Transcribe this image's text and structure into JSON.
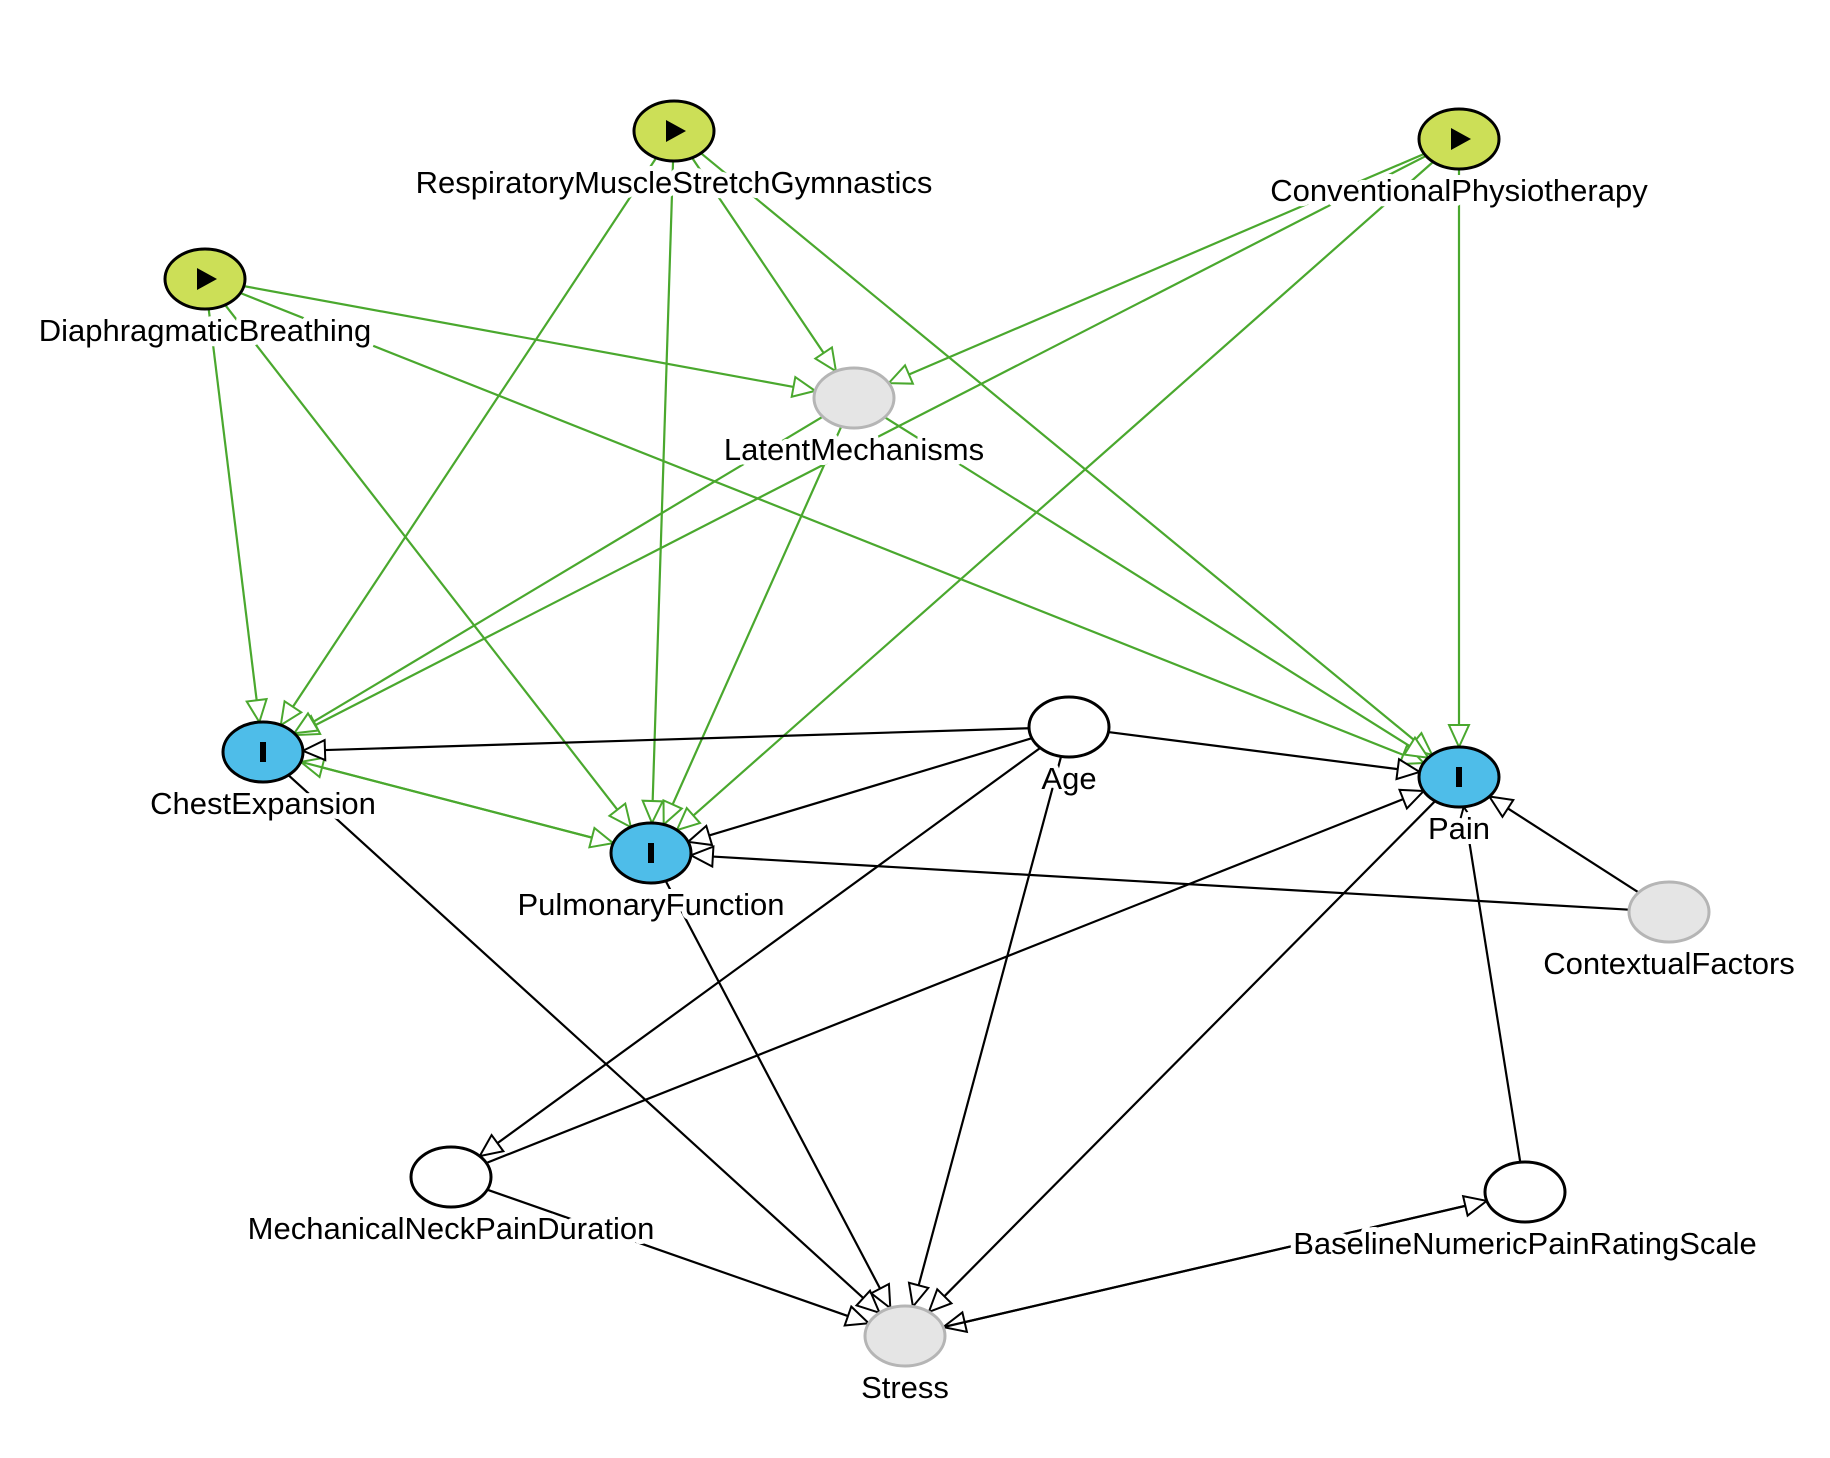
{
  "colors": {
    "exposure_fill": "#ccdf57",
    "outcome_fill": "#4ebde9",
    "latent_fill": "#e5e5e5",
    "latent_stroke": "#b5b5b5",
    "adjusted_fill": "#ffffff",
    "causal_edge": "#4aa82e",
    "other_edge": "#000000"
  },
  "nodes": [
    {
      "id": "rmsg",
      "label": "RespiratoryMuscleStretchGymnastics",
      "kind": "exposure",
      "icon": "play-icon"
    },
    {
      "id": "cp",
      "label": "ConventionalPhysiotherapy",
      "kind": "exposure",
      "icon": "play-icon"
    },
    {
      "id": "db",
      "label": "DiaphragmaticBreathing",
      "kind": "exposure",
      "icon": "play-icon"
    },
    {
      "id": "lm",
      "label": "LatentMechanisms",
      "kind": "latent"
    },
    {
      "id": "ce",
      "label": "ChestExpansion",
      "kind": "outcome",
      "icon": "outcome-bar-icon"
    },
    {
      "id": "age",
      "label": "Age",
      "kind": "other"
    },
    {
      "id": "pain",
      "label": "Pain",
      "kind": "outcome",
      "icon": "outcome-bar-icon"
    },
    {
      "id": "pf",
      "label": "PulmonaryFunction",
      "kind": "outcome",
      "icon": "outcome-bar-icon"
    },
    {
      "id": "cf",
      "label": "ContextualFactors",
      "kind": "latent"
    },
    {
      "id": "mnpd",
      "label": "MechanicalNeckPainDuration",
      "kind": "other"
    },
    {
      "id": "bnprs",
      "label": "BaselineNumericPainRatingScale",
      "kind": "other"
    },
    {
      "id": "stress",
      "label": "Stress",
      "kind": "latent"
    }
  ],
  "edges": [
    {
      "from": "db",
      "to": "lm",
      "kind": "causal"
    },
    {
      "from": "db",
      "to": "ce",
      "kind": "causal"
    },
    {
      "from": "db",
      "to": "pf",
      "kind": "causal"
    },
    {
      "from": "db",
      "to": "pain",
      "kind": "causal"
    },
    {
      "from": "rmsg",
      "to": "lm",
      "kind": "causal"
    },
    {
      "from": "rmsg",
      "to": "ce",
      "kind": "causal"
    },
    {
      "from": "rmsg",
      "to": "pf",
      "kind": "causal"
    },
    {
      "from": "rmsg",
      "to": "pain",
      "kind": "causal"
    },
    {
      "from": "cp",
      "to": "lm",
      "kind": "causal"
    },
    {
      "from": "cp",
      "to": "ce",
      "kind": "causal"
    },
    {
      "from": "cp",
      "to": "pf",
      "kind": "causal"
    },
    {
      "from": "cp",
      "to": "pain",
      "kind": "causal"
    },
    {
      "from": "lm",
      "to": "ce",
      "kind": "causal"
    },
    {
      "from": "lm",
      "to": "pf",
      "kind": "causal"
    },
    {
      "from": "lm",
      "to": "pain",
      "kind": "causal"
    },
    {
      "from": "pf",
      "to": "ce",
      "kind": "causal"
    },
    {
      "from": "ce",
      "to": "pf",
      "kind": "causal"
    },
    {
      "from": "age",
      "to": "ce",
      "kind": "other"
    },
    {
      "from": "age",
      "to": "pf",
      "kind": "other"
    },
    {
      "from": "age",
      "to": "pain",
      "kind": "other"
    },
    {
      "from": "age",
      "to": "mnpd",
      "kind": "other"
    },
    {
      "from": "age",
      "to": "stress",
      "kind": "other"
    },
    {
      "from": "mnpd",
      "to": "pain",
      "kind": "other"
    },
    {
      "from": "mnpd",
      "to": "stress",
      "kind": "other"
    },
    {
      "from": "cf",
      "to": "pain",
      "kind": "other"
    },
    {
      "from": "cf",
      "to": "pf",
      "kind": "other"
    },
    {
      "from": "bnprs",
      "to": "pain",
      "kind": "other"
    },
    {
      "from": "bnprs",
      "to": "stress",
      "kind": "other"
    },
    {
      "from": "stress",
      "to": "bnprs",
      "kind": "other"
    },
    {
      "from": "ce",
      "to": "stress",
      "kind": "other"
    },
    {
      "from": "pf",
      "to": "stress",
      "kind": "other"
    },
    {
      "from": "pain",
      "to": "stress",
      "kind": "other"
    }
  ]
}
